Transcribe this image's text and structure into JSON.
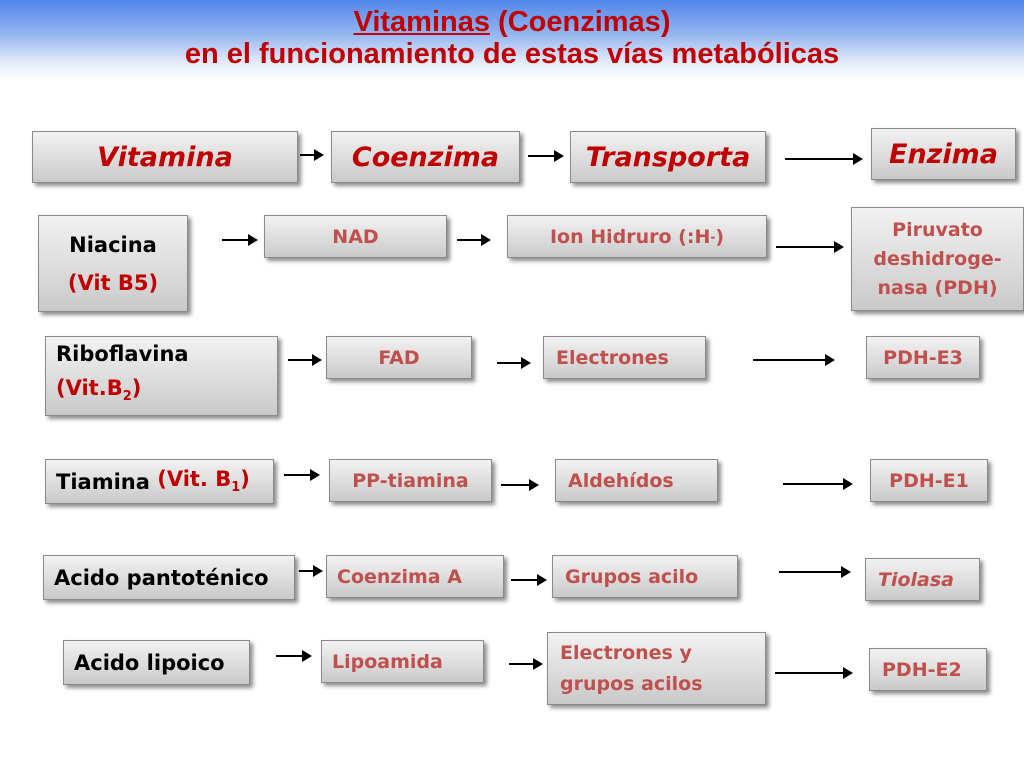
{
  "title": {
    "line1_part1": "Vitaminas",
    "line1_part2": " (Coenzimas)",
    "line2": "en el funcionamiento de estas vías metabólicas"
  },
  "headers": {
    "vitamina": "Vitamina",
    "coenzima": "Coenzima",
    "transporta": "Transporta",
    "enzima": "Enzima"
  },
  "rows": {
    "niacina": {
      "vitamin_name": "Niacina",
      "vitamin_code": "(Vit B5)",
      "coenzyme": "NAD",
      "transport_main": "Ion Hidruro (:H ",
      "transport_sup": "-",
      "transport_end": ")",
      "enzyme_line1": "Piruvato",
      "enzyme_line2": "deshidroge-",
      "enzyme_line3": "nasa (PDH)"
    },
    "riboflavina": {
      "vitamin_name": "Riboflavina",
      "vitamin_code_prefix": "(Vit.B",
      "vitamin_code_sub": "2",
      "vitamin_code_suffix": ")",
      "coenzyme": "FAD",
      "transport": "Electrones",
      "enzyme": "PDH-E3"
    },
    "tiamina": {
      "vitamin_name": "Tiamina ",
      "vitamin_code_prefix": "(Vit. B",
      "vitamin_code_sub": "1",
      "vitamin_code_suffix": ")",
      "coenzyme": "PP-tiamina",
      "transport": "Aldehídos",
      "enzyme": "PDH-E1"
    },
    "pantotenico": {
      "vitamin_name": "Acido pantoténico",
      "coenzyme": "Coenzima A",
      "transport": "Grupos acilo",
      "enzyme": "Tiolasa"
    },
    "lipoico": {
      "vitamin_name": "Acido lipoico",
      "coenzyme": "Lipoamida",
      "transport_line1": "Electrones y",
      "transport_line2": "grupos acilos",
      "enzyme": "PDH-E2"
    }
  },
  "colors": {
    "title_red": "#c00000",
    "text_red": "#c0504d",
    "box_gray": "#dcdcdc",
    "title_band_blue": "#4f86ea"
  }
}
